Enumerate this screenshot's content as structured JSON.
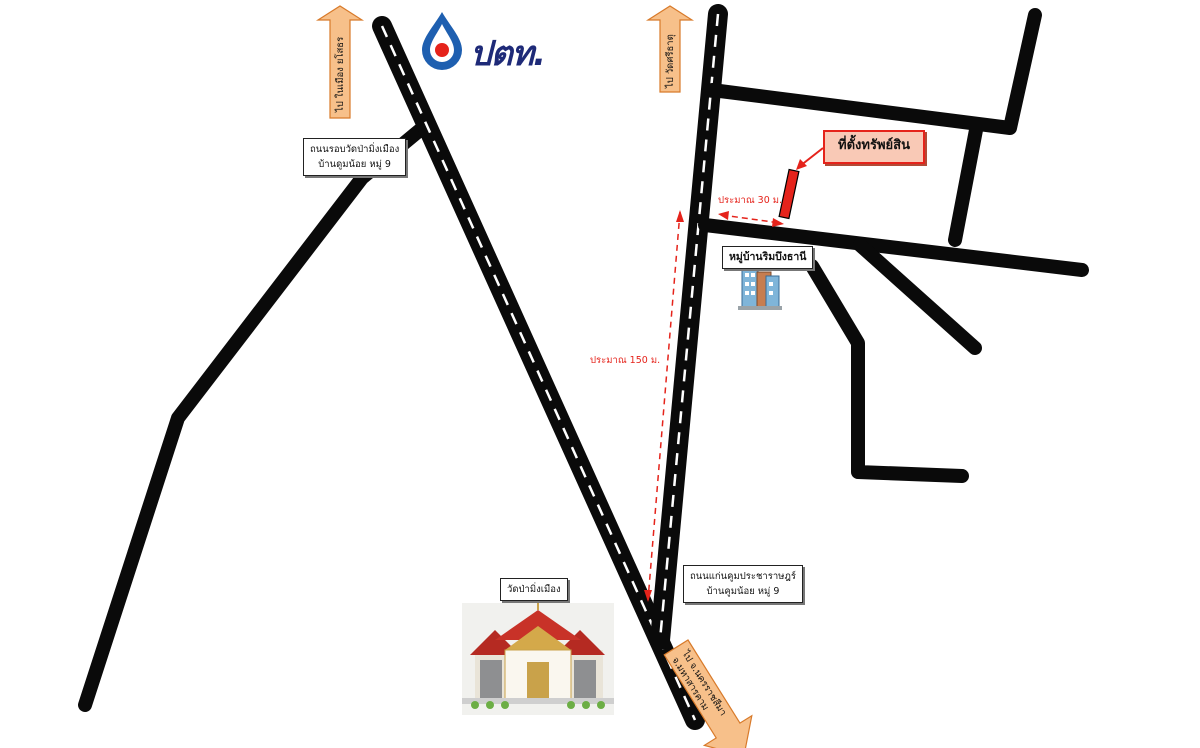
{
  "logo": {
    "text": "ปตท."
  },
  "labels": {
    "top_left_road": [
      "ถนนรอบวัดป่ามิ่งเมือง",
      "บ้านดูมน้อย หมู่ 9"
    ],
    "bottom_road": [
      "ถนนแก่นคูมประชาราษฎร์",
      "บ้านคูมน้อย หมู่ 9"
    ],
    "village": "หมู่บ้านริมบึงธานี",
    "temple": "วัดป่ามิ่งเมือง",
    "asset": "ที่ตั้งทรัพย์สิน"
  },
  "distances": {
    "near": "ประมาณ 30 ม.",
    "far": "ประมาณ 150 ม."
  },
  "arrows": {
    "to_left": "ไป ในเมือง ยโสธร",
    "to_mid": "ไป วัดศรีธาตุ",
    "to_se_line1": "ไป จ.นครราชสีมา",
    "to_se_line2": "จ.มหาสารคาม"
  },
  "colors": {
    "road": "#0a0a0a",
    "lane": "#ffffff",
    "accent": "#e5231b",
    "arrow_fill": "#f7c08a",
    "arrow_stroke": "#d87a2a",
    "logo": "#1e2a78"
  }
}
